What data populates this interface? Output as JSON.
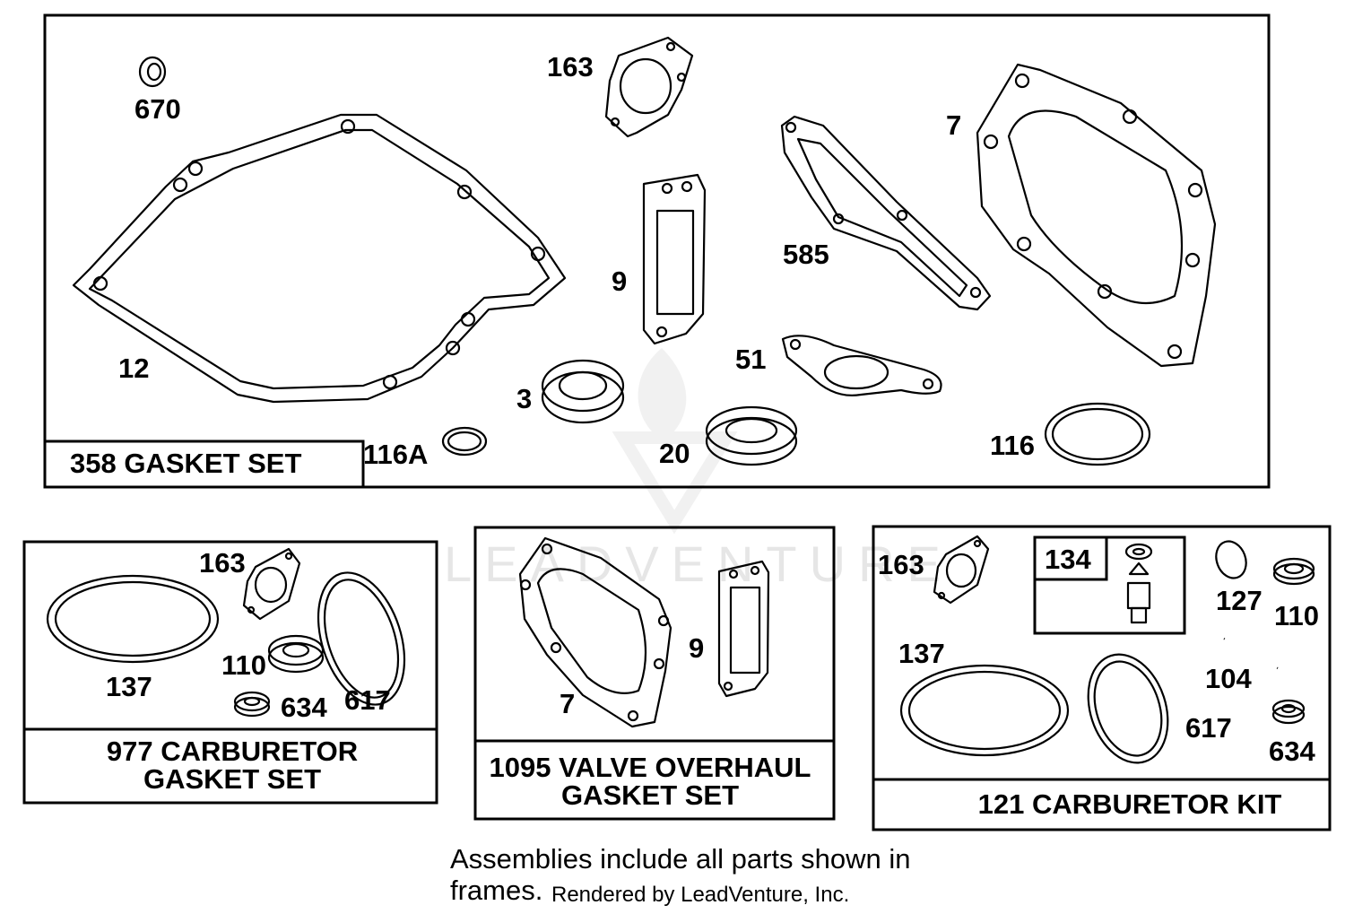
{
  "watermark": "LEADVENTURE",
  "credit": "Rendered by LeadVenture, Inc.",
  "note_line1": "Assemblies include all parts shown in",
  "note_line2": "frames.",
  "frames": {
    "gasket_set": "358 GASKET SET",
    "carb_gasket_line1": "977 CARBURETOR",
    "carb_gasket_line2": "GASKET SET",
    "valve_line1": "1095 VALVE OVERHAUL",
    "valve_line2": "GASKET SET",
    "carb_kit": "121 CARBURETOR KIT"
  },
  "labels": {
    "p670": "670",
    "p163": "163",
    "p7": "7",
    "p12": "12",
    "p9": "9",
    "p585": "585",
    "p51": "51",
    "p3": "3",
    "p116A": "116A",
    "p20": "20",
    "p116": "116",
    "b163": "163",
    "b137": "137",
    "b110": "110",
    "b634": "634",
    "b617": "617",
    "c9": "9",
    "c7": "7",
    "d163": "163",
    "d134": "134",
    "d127": "127",
    "d110": "110",
    "d137": "137",
    "d104": "104",
    "d617": "617",
    "d634": "634"
  }
}
